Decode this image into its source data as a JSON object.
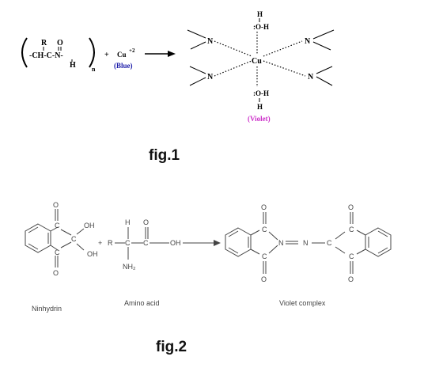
{
  "fig1": {
    "label": "fig.1",
    "monomer": {
      "r": "R",
      "o": "O",
      "chain": "-CH-C-N-",
      "h": "H",
      "n": "n"
    },
    "plus": "+",
    "copper_ion": "Cu",
    "copper_charge": "+2",
    "blue_label": "(Blue)",
    "complex": {
      "center": "Cu",
      "water_top_h": "H",
      "water_top": ":O-H",
      "water_bottom": ":O-H",
      "water_bottom_h": "H",
      "n_atom": "N",
      "violet_label": "(Violet)"
    },
    "colors": {
      "blue": "#1a1aa8",
      "violet": "#cc2ec9"
    }
  },
  "fig2": {
    "label": "fig.2",
    "ninhydrin_label": "Ninhydrin",
    "amino_acid_label": "Amino acid",
    "violet_complex_label": "Violet complex",
    "atoms": {
      "o": "O",
      "c": "C",
      "oh": "OH",
      "h": "H",
      "r": "R",
      "nh2": "NH₂",
      "n": "N",
      "plus": "+"
    }
  }
}
